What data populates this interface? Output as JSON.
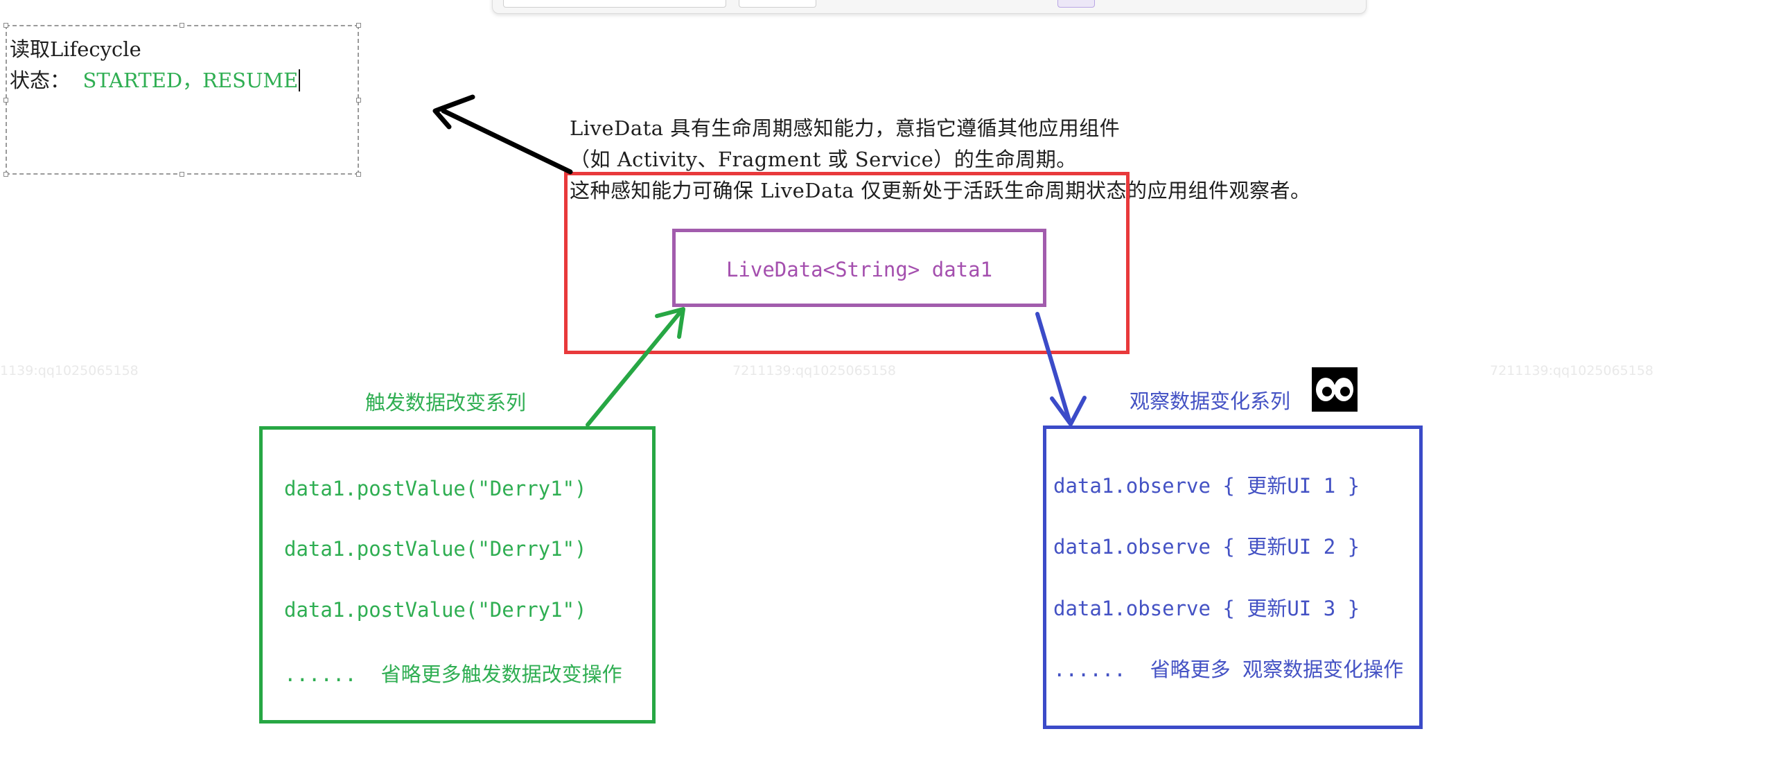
{
  "state_box": {
    "title": "读取Lifecycle",
    "label": "状态：",
    "value": "STARTED，RESUME"
  },
  "description": {
    "line1": "LiveData 具有生命周期感知能力，意指它遵循其他应用组件",
    "line2": "（如 Activity、Fragment 或 Service）的生命周期。",
    "line3": "这种感知能力可确保 LiveData 仅更新处于活跃生命周期状态的应用组件观察者。"
  },
  "livedata_box": {
    "label": "LiveData<String> data1"
  },
  "trigger": {
    "heading": "触发数据改变系列",
    "lines": [
      "data1.postValue(\"Derry1\")",
      "data1.postValue(\"Derry1\")",
      "data1.postValue(\"Derry1\")",
      "......  省略更多触发数据改变操作"
    ]
  },
  "observe": {
    "heading": "观察数据变化系列",
    "lines": [
      "data1.observe { 更新UI 1 }",
      "data1.observe { 更新UI 2 }",
      "data1.observe { 更新UI 3 }",
      "......  省略更多 观察数据变化操作"
    ]
  },
  "watermarks": [
    "1139:qq1025065158",
    "7211139:qq1025065158",
    "7211139:qq1025065158"
  ],
  "icons": {
    "eyes": "eyes-icon"
  },
  "colors": {
    "red_box": "#e8393b",
    "purple_box": "#a25cad",
    "green": "#27a744",
    "blue": "#3b4bc8",
    "arrow_black": "#000000"
  }
}
